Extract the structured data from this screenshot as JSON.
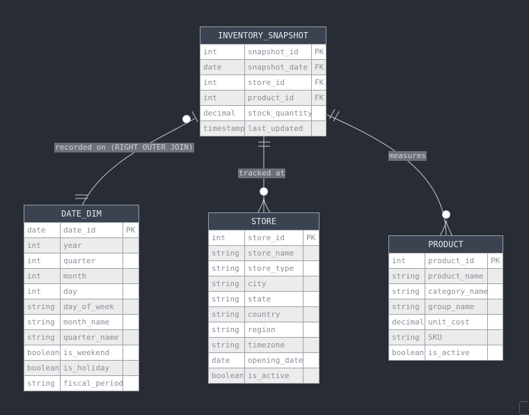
{
  "entities": [
    {
      "id": "inventory_snapshot",
      "title": "INVENTORY_SNAPSHOT",
      "attributes": [
        {
          "type": "int",
          "name": "snapshot_id",
          "key": "PK"
        },
        {
          "type": "date",
          "name": "snapshot_date",
          "key": "FK"
        },
        {
          "type": "int",
          "name": "store_id",
          "key": "FK"
        },
        {
          "type": "int",
          "name": "product_id",
          "key": "FK"
        },
        {
          "type": "decimal",
          "name": "stock_quantity",
          "key": ""
        },
        {
          "type": "timestamp",
          "name": "last_updated",
          "key": ""
        }
      ]
    },
    {
      "id": "date_dim",
      "title": "DATE_DIM",
      "attributes": [
        {
          "type": "date",
          "name": "date_id",
          "key": "PK"
        },
        {
          "type": "int",
          "name": "year",
          "key": ""
        },
        {
          "type": "int",
          "name": "quarter",
          "key": ""
        },
        {
          "type": "int",
          "name": "month",
          "key": ""
        },
        {
          "type": "int",
          "name": "day",
          "key": ""
        },
        {
          "type": "string",
          "name": "day_of_week",
          "key": ""
        },
        {
          "type": "string",
          "name": "month_name",
          "key": ""
        },
        {
          "type": "string",
          "name": "quarter_name",
          "key": ""
        },
        {
          "type": "boolean",
          "name": "is_weekend",
          "key": ""
        },
        {
          "type": "boolean",
          "name": "is_holiday",
          "key": ""
        },
        {
          "type": "string",
          "name": "fiscal_period",
          "key": ""
        }
      ]
    },
    {
      "id": "store",
      "title": "STORE",
      "attributes": [
        {
          "type": "int",
          "name": "store_id",
          "key": "PK"
        },
        {
          "type": "string",
          "name": "store_name",
          "key": ""
        },
        {
          "type": "string",
          "name": "store_type",
          "key": ""
        },
        {
          "type": "string",
          "name": "city",
          "key": ""
        },
        {
          "type": "string",
          "name": "state",
          "key": ""
        },
        {
          "type": "string",
          "name": "country",
          "key": ""
        },
        {
          "type": "string",
          "name": "region",
          "key": ""
        },
        {
          "type": "string",
          "name": "timezone",
          "key": ""
        },
        {
          "type": "date",
          "name": "opening_date",
          "key": ""
        },
        {
          "type": "boolean",
          "name": "is_active",
          "key": ""
        }
      ]
    },
    {
      "id": "product",
      "title": "PRODUCT",
      "attributes": [
        {
          "type": "int",
          "name": "product_id",
          "key": "PK"
        },
        {
          "type": "string",
          "name": "product_name",
          "key": ""
        },
        {
          "type": "string",
          "name": "category_name",
          "key": ""
        },
        {
          "type": "string",
          "name": "group_name",
          "key": ""
        },
        {
          "type": "decimal",
          "name": "unit_cost",
          "key": ""
        },
        {
          "type": "string",
          "name": "SKU",
          "key": ""
        },
        {
          "type": "boolean",
          "name": "is_active",
          "key": ""
        }
      ]
    }
  ],
  "relationships": [
    {
      "id": "rel_date",
      "from": "inventory_snapshot",
      "to": "date_dim",
      "label": "recorded on (RIGHT OUTER JOIN)"
    },
    {
      "id": "rel_store",
      "from": "inventory_snapshot",
      "to": "store",
      "label": "tracked at"
    },
    {
      "id": "rel_product",
      "from": "inventory_snapshot",
      "to": "product",
      "label": "measures"
    }
  ],
  "colors": {
    "background": "#282c34",
    "header": "#3c4350",
    "border": "#9aa0aa",
    "line": "#c8ccd2",
    "label_bg": "#6b707a"
  }
}
